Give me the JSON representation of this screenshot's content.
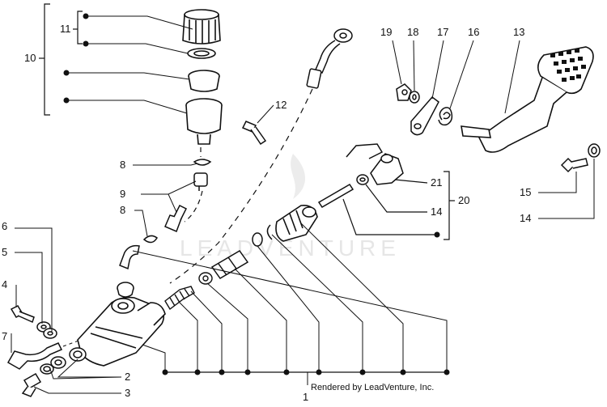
{
  "diagram": {
    "callouts": [
      "1",
      "2",
      "3",
      "4",
      "5",
      "6",
      "7",
      "8",
      "8",
      "9",
      "10",
      "11",
      "12",
      "13",
      "14",
      "14",
      "15",
      "16",
      "17",
      "18",
      "19",
      "20",
      "21"
    ],
    "credit": "Rendered by LeadVenture, Inc.",
    "watermark": "LEADVENTURE"
  }
}
